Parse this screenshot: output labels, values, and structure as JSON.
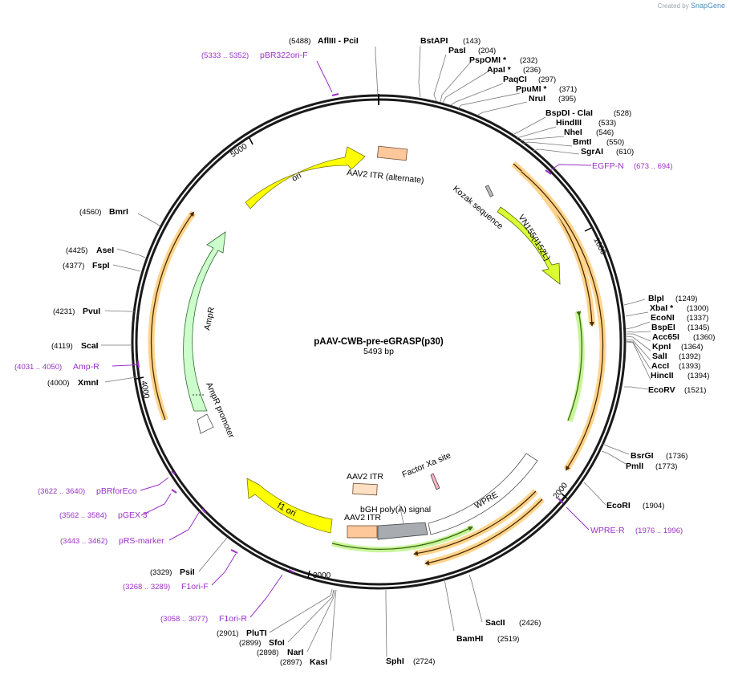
{
  "credit": {
    "prefix": "Created by",
    "brand": "SnapGene"
  },
  "map": {
    "name": "pAAV-CWB-pre-eGRASP(p30)",
    "size_label": "5493 bp"
  },
  "ticks": [
    "1000",
    "2000",
    "3000",
    "4000",
    "5000"
  ],
  "enzymes": [
    {
      "id": "afliii",
      "label": "AflIII  - PciI",
      "pos": "(5488)"
    },
    {
      "id": "bstapi",
      "label": "BstAPI",
      "pos": "(143)"
    },
    {
      "id": "pasi",
      "label": "PasI",
      "pos": "(204)"
    },
    {
      "id": "pspomi",
      "label": "PspOMI *",
      "pos": "(232)"
    },
    {
      "id": "apai",
      "label": "ApaI *",
      "pos": "(236)"
    },
    {
      "id": "paqci",
      "label": "PaqCI",
      "pos": "(297)"
    },
    {
      "id": "ppumi",
      "label": "PpuMI *",
      "pos": "(371)"
    },
    {
      "id": "nrui",
      "label": "NruI",
      "pos": "(395)"
    },
    {
      "id": "bspdi",
      "label": "BspDI  - ClaI",
      "pos": "(528)"
    },
    {
      "id": "hindiii",
      "label": "HindIII",
      "pos": "(533)"
    },
    {
      "id": "nhei",
      "label": "NheI",
      "pos": "(546)"
    },
    {
      "id": "bmti",
      "label": "BmtI",
      "pos": "(550)"
    },
    {
      "id": "sgrai",
      "label": "SgrAI",
      "pos": "(610)"
    },
    {
      "id": "blpi",
      "label": "BlpI",
      "pos": "(1249)"
    },
    {
      "id": "xbai",
      "label": "XbaI *",
      "pos": "(1300)"
    },
    {
      "id": "econi",
      "label": "EcoNI",
      "pos": "(1337)"
    },
    {
      "id": "bspei",
      "label": "BspEI",
      "pos": "(1345)"
    },
    {
      "id": "acc65i",
      "label": "Acc65I",
      "pos": "(1360)"
    },
    {
      "id": "kpni",
      "label": "KpnI",
      "pos": "(1364)"
    },
    {
      "id": "sali",
      "label": "SalI",
      "pos": "(1392)"
    },
    {
      "id": "acci",
      "label": "AccI",
      "pos": "(1393)"
    },
    {
      "id": "hincii",
      "label": "HincII",
      "pos": "(1394)"
    },
    {
      "id": "ecorv",
      "label": "EcoRV",
      "pos": "(1521)"
    },
    {
      "id": "bsrgi",
      "label": "BsrGI",
      "pos": "(1736)"
    },
    {
      "id": "pmli",
      "label": "PmlI",
      "pos": "(1773)"
    },
    {
      "id": "ecori",
      "label": "EcoRI",
      "pos": "(1904)"
    },
    {
      "id": "sacii",
      "label": "SacII",
      "pos": "(2426)"
    },
    {
      "id": "bamhi",
      "label": "BamHI",
      "pos": "(2519)"
    },
    {
      "id": "sphi",
      "label": "SphI",
      "pos": "(2724)"
    },
    {
      "id": "kasi",
      "label": "KasI",
      "pos": "(2897)"
    },
    {
      "id": "nari",
      "label": "NarI",
      "pos": "(2898)"
    },
    {
      "id": "sfoi",
      "label": "SfoI",
      "pos": "(2899)"
    },
    {
      "id": "pluti",
      "label": "PluTI",
      "pos": "(2901)"
    },
    {
      "id": "psii",
      "label": "PsiI",
      "pos": "(3329)"
    },
    {
      "id": "xmni",
      "label": "XmnI",
      "pos": "(4000)"
    },
    {
      "id": "scai",
      "label": "ScaI",
      "pos": "(4119)"
    },
    {
      "id": "pvui",
      "label": "PvuI",
      "pos": "(4231)"
    },
    {
      "id": "fspi",
      "label": "FspI",
      "pos": "(4377)"
    },
    {
      "id": "asei",
      "label": "AseI",
      "pos": "(4425)"
    },
    {
      "id": "bmri",
      "label": "BmrI",
      "pos": "(4560)"
    }
  ],
  "primers": [
    {
      "id": "pbr322ori",
      "label": "pBR322ori-F",
      "range": "(5333 .. 5352)"
    },
    {
      "id": "egfpn",
      "label": "EGFP-N",
      "range": "(673 .. 694)"
    },
    {
      "id": "wprer",
      "label": "WPRE-R",
      "range": "(1976 .. 1996)"
    },
    {
      "id": "ampr",
      "label": "Amp-R",
      "range": "(4031 .. 4050)"
    },
    {
      "id": "pbrforeco",
      "label": "pBRforEco",
      "range": "(3622 .. 3640)"
    },
    {
      "id": "pgex3",
      "label": "pGEX 3'",
      "range": "(3562 .. 3584)"
    },
    {
      "id": "prsmarker",
      "label": "pRS-marker",
      "range": "(3443 .. 3462)"
    },
    {
      "id": "f1orif",
      "label": "F1ori-F",
      "range": "(3268 .. 3289)"
    },
    {
      "id": "f1orir",
      "label": "F1ori-R",
      "range": "(3058 .. 3077)"
    }
  ],
  "features": {
    "ori": "ori",
    "itr_alt": "AAV2 ITR (alternate)",
    "kozak": "Kozak sequence",
    "vn155": "VN155(I152L)",
    "ampr": "AmpR",
    "ampr_promoter": "AmpR promoter",
    "f1_ori": "f1 ori",
    "itr_top": "AAV2 ITR",
    "itr_bottom": "AAV2 ITR",
    "bgh": "bGH poly(A) signal",
    "factor_xa": "Factor Xa site",
    "wpre": "WPRE"
  },
  "colors": {
    "backbone": "#1a1a1a",
    "ori": "#ffff00",
    "itr": "#ffc89b",
    "cds_light": "#ccffcc",
    "vn155": "#d9ff33",
    "bgh": "#a8abb0",
    "primer": "#9b30c8",
    "orf_fill": "#ffd48c",
    "green_strand": "#9ade2a"
  }
}
